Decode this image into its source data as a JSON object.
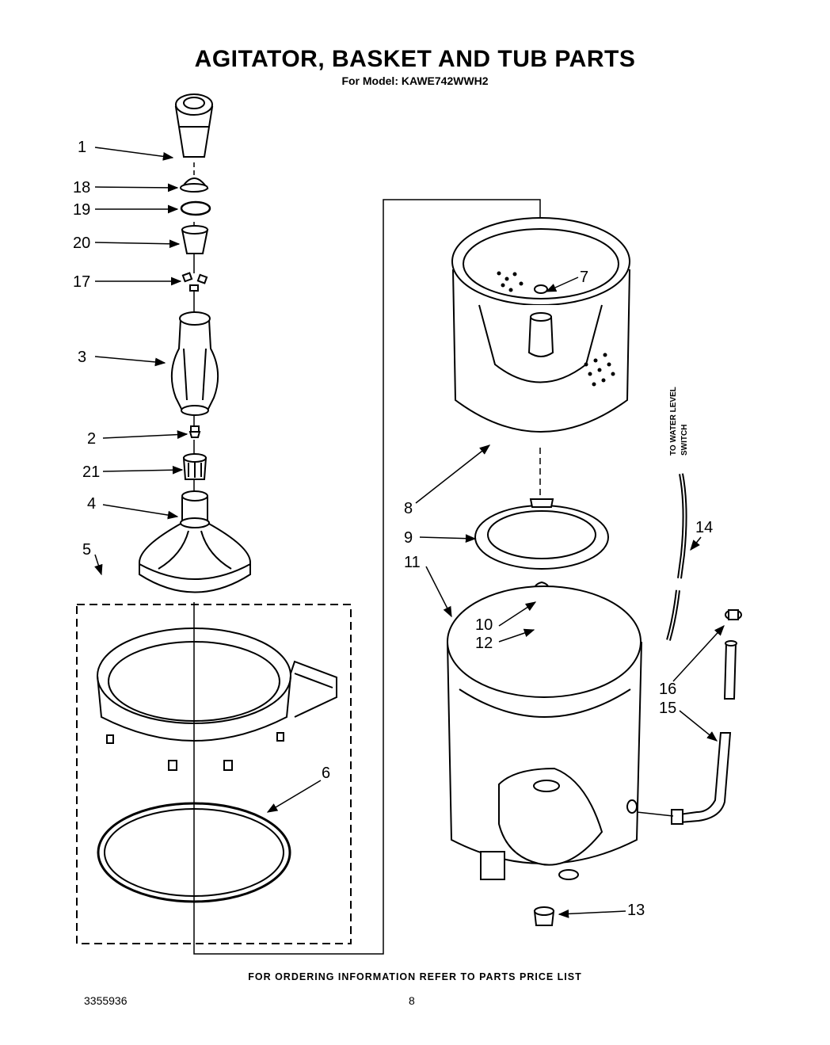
{
  "header": {
    "title": "AGITATOR, BASKET AND TUB PARTS",
    "subtitle": "For Model: KAWE742WWH2"
  },
  "callouts": {
    "p1": "1",
    "p18": "18",
    "p19": "19",
    "p20": "20",
    "p17": "17",
    "p3": "3",
    "p2": "2",
    "p21": "21",
    "p4": "4",
    "p5": "5",
    "p6": "6",
    "p7": "7",
    "p8": "8",
    "p9": "9",
    "p11": "11",
    "p10": "10",
    "p12": "12",
    "p13": "13",
    "p14": "14",
    "p16": "16",
    "p15": "15"
  },
  "side_label": {
    "line1": "TO WATER LEVEL",
    "line2": "SWITCH"
  },
  "footer": {
    "note": "FOR ORDERING INFORMATION REFER TO PARTS PRICE LIST",
    "doc_number": "3355936",
    "page_number": "8"
  }
}
